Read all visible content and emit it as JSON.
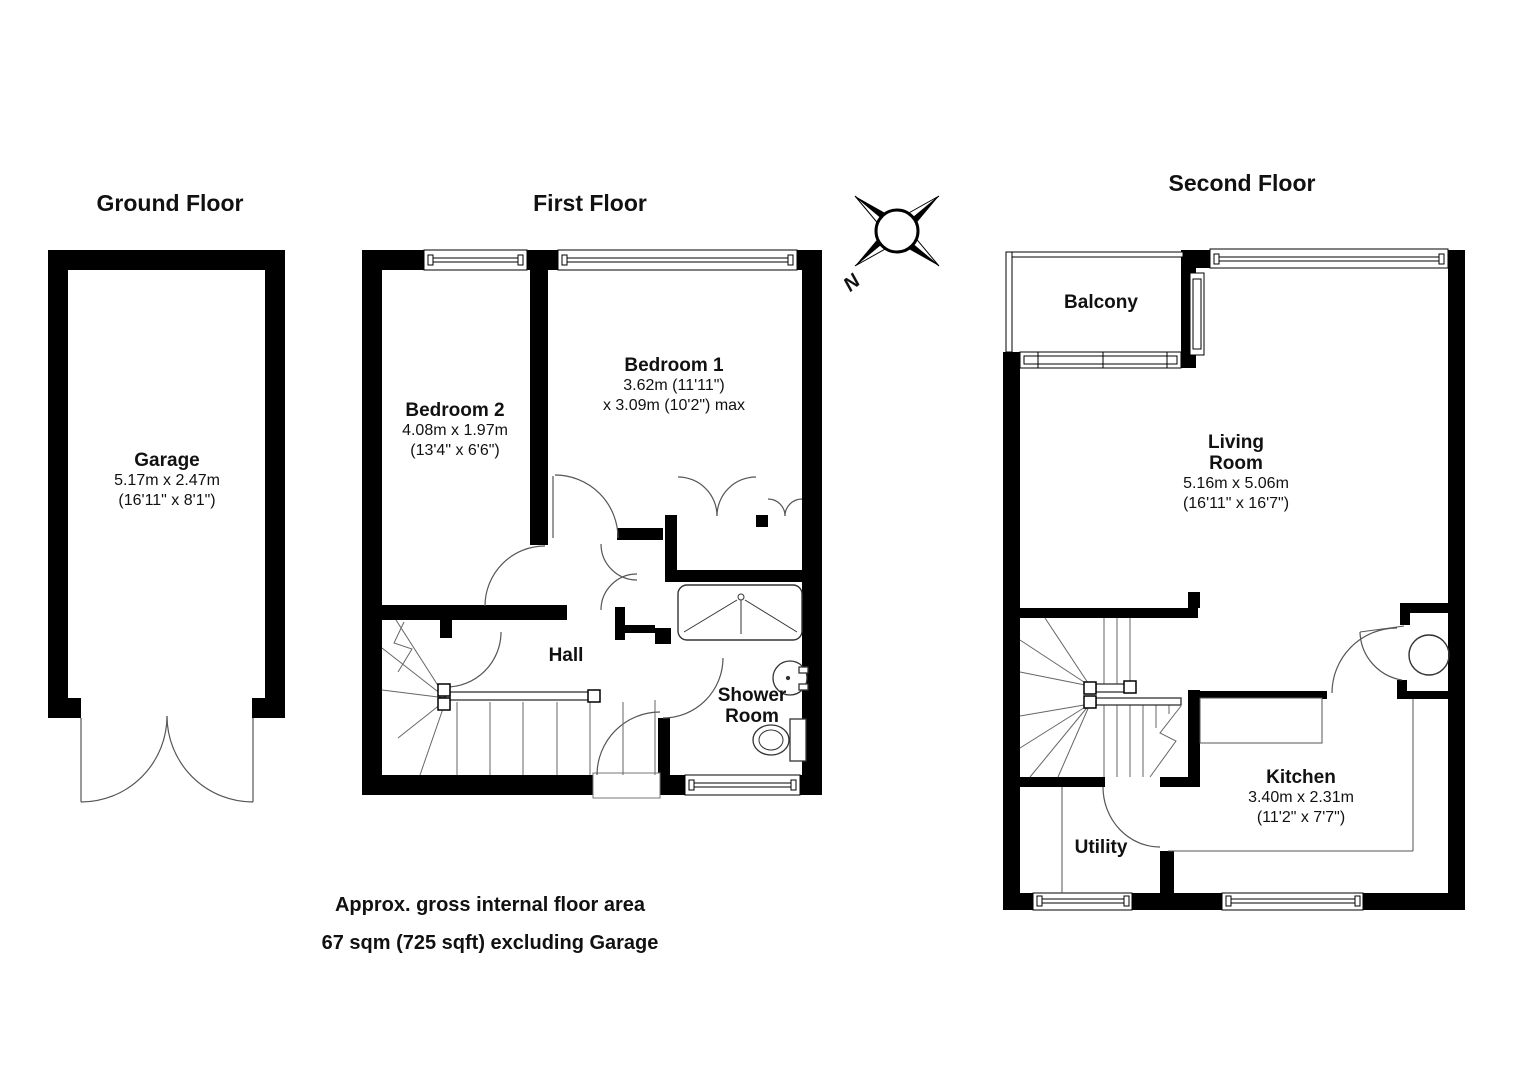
{
  "titles": {
    "ground": "Ground Floor",
    "first": "First Floor",
    "second": "Second Floor"
  },
  "rooms": {
    "garage": {
      "name": "Garage",
      "metric": "5.17m x 2.47m",
      "imperial": "(16'11\" x 8'1\")"
    },
    "bedroom2": {
      "name": "Bedroom 2",
      "metric": "4.08m x 1.97m",
      "imperial": "(13'4\" x 6'6\")"
    },
    "bedroom1": {
      "name": "Bedroom 1",
      "metric": "3.62m (11'11\")",
      "imperial": "x 3.09m (10'2\") max"
    },
    "hall": {
      "name": "Hall"
    },
    "shower": {
      "name_line1": "Shower",
      "name_line2": "Room"
    },
    "balcony": {
      "name": "Balcony"
    },
    "living": {
      "name_line1": "Living",
      "name_line2": "Room",
      "metric": "5.16m x 5.06m",
      "imperial": "(16'11\" x 16'7\")"
    },
    "kitchen": {
      "name": "Kitchen",
      "metric": "3.40m x 2.31m",
      "imperial": "(11'2\" x 7'7\")"
    },
    "utility": {
      "name": "Utility"
    }
  },
  "compass": {
    "north_label": "N"
  },
  "footnote": {
    "line1": "Approx. gross internal floor area",
    "line2": "67 sqm (725 sqft) excluding Garage"
  },
  "colors": {
    "wall": "#000000",
    "line": "#555555",
    "text": "#111111"
  }
}
